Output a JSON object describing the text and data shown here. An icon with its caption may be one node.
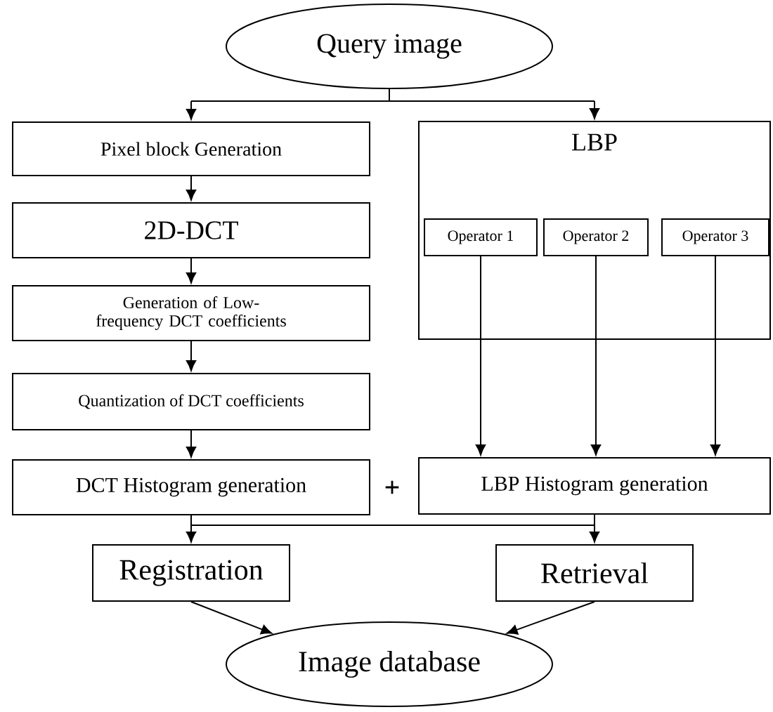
{
  "diagram": {
    "nodes": [
      {
        "text": [
          "Query image"
        ]
      },
      {
        "text": [
          "Pixel block Generation"
        ]
      },
      {
        "text": [
          "2D-DCT"
        ]
      },
      {
        "text": [
          "Generation of Low-frequency DCT coefficients"
        ]
      },
      {
        "text": [
          "Quantization of DCT coefficients"
        ]
      },
      {
        "text": [
          "DCT Histogram generation"
        ]
      },
      {
        "text": [
          "LBP"
        ]
      },
      {
        "text": [
          "Operator 1"
        ],
        "in": 6
      },
      {
        "text": [
          "Operator 2"
        ],
        "in": 6
      },
      {
        "text": [
          "Operator 3"
        ],
        "in": 6
      },
      {
        "text": [
          "LBP Histogram generation"
        ]
      },
      {
        "text": [
          "Registration"
        ]
      },
      {
        "text": [
          "Retrieval"
        ]
      },
      {
        "text": [
          "Image database"
        ]
      }
    ],
    "edges": [
      {
        "from": 0,
        "to": 1,
        "arrow": "to"
      },
      {
        "from": 0,
        "to": 6,
        "arrow": "to"
      },
      {
        "from": 1,
        "to": 2,
        "arrow": "to"
      },
      {
        "from": 2,
        "to": 3,
        "arrow": "to"
      },
      {
        "from": 3,
        "to": 4,
        "arrow": "to"
      },
      {
        "from": 4,
        "to": 5,
        "arrow": "to"
      },
      {
        "from": 7,
        "to": 10,
        "arrow": "to"
      },
      {
        "from": 8,
        "to": 10,
        "arrow": "to"
      },
      {
        "from": 9,
        "to": 10,
        "arrow": "to"
      },
      {
        "from": 5,
        "to": 11,
        "arrow": "to"
      },
      {
        "from": 5,
        "to": 12,
        "arrow": "to"
      },
      {
        "from": 10,
        "to": 11,
        "arrow": "to"
      },
      {
        "from": 10,
        "to": 12,
        "arrow": "to"
      },
      {
        "from": 11,
        "to": 13,
        "arrow": "to"
      },
      {
        "from": 12,
        "to": 13,
        "arrow": "to"
      }
    ],
    "labels": [
      "+"
    ]
  }
}
